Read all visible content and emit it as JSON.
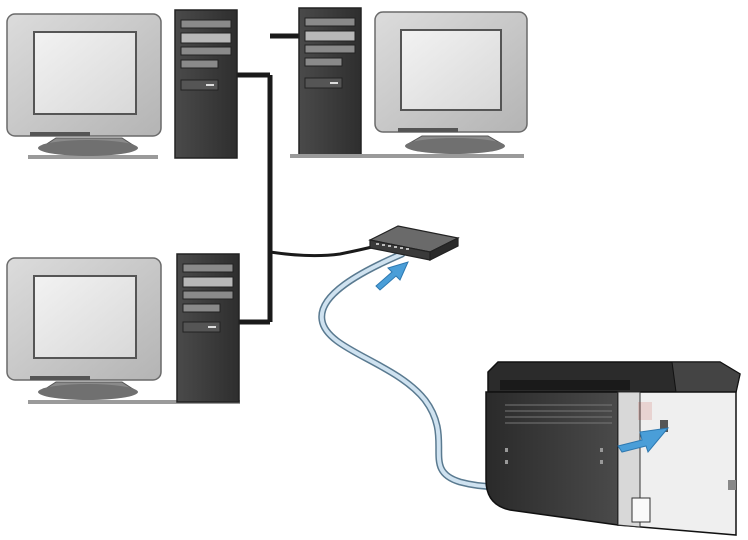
{
  "diagram": {
    "computers": [
      {
        "id": "computer-top-left"
      },
      {
        "id": "computer-top-right"
      },
      {
        "id": "computer-bottom-left"
      }
    ],
    "devices": [
      "network-hub",
      "printer"
    ],
    "arrows": [
      "hub-port-arrow",
      "printer-port-arrow"
    ],
    "colors": {
      "monitor_frame": "#c8c8c8",
      "monitor_screen": "#e6e6e6",
      "tower": "#3c3c3c",
      "cable_black": "#1a1a1a",
      "cable_blue": "#a8c8e0",
      "arrow_blue": "#4a9ed8",
      "printer_body": "#3a3a3a",
      "printer_side": "#f0f0f0"
    }
  }
}
